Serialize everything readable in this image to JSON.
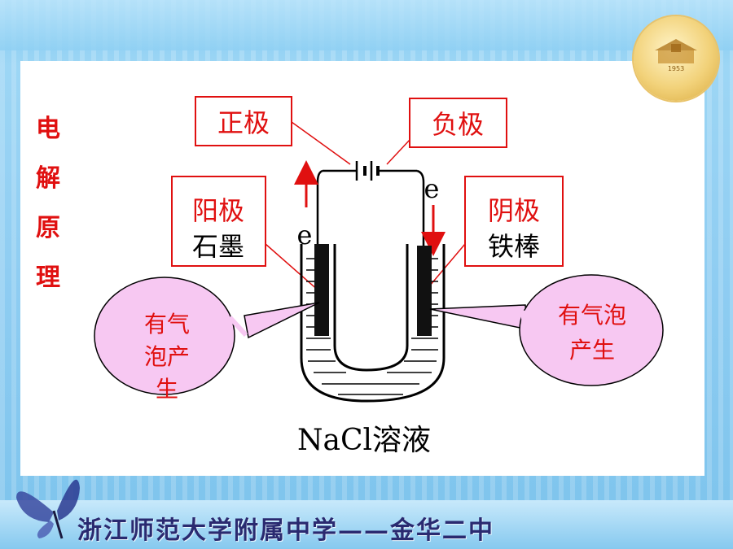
{
  "sidebar": {
    "title_chars": [
      "电",
      "解",
      "原",
      "理"
    ]
  },
  "diagram": {
    "positive_pole": "正极",
    "negative_pole": "负极",
    "anode": "阳极",
    "anode_material": "石墨",
    "cathode": "阴极",
    "cathode_material": "铁棒",
    "electron_left": "e",
    "electron_right": "e",
    "bubble_left": [
      "有气",
      "泡产",
      "生"
    ],
    "bubble_right": [
      "有气泡",
      "产生"
    ],
    "solution": "NaCl溶液"
  },
  "footer": {
    "school": "浙江师范大学附属中学——金华二中"
  },
  "logo": {
    "year": "1953"
  },
  "colors": {
    "red": "#e01010",
    "bubble": "#f7c8f2",
    "box_border": "#e01010"
  }
}
